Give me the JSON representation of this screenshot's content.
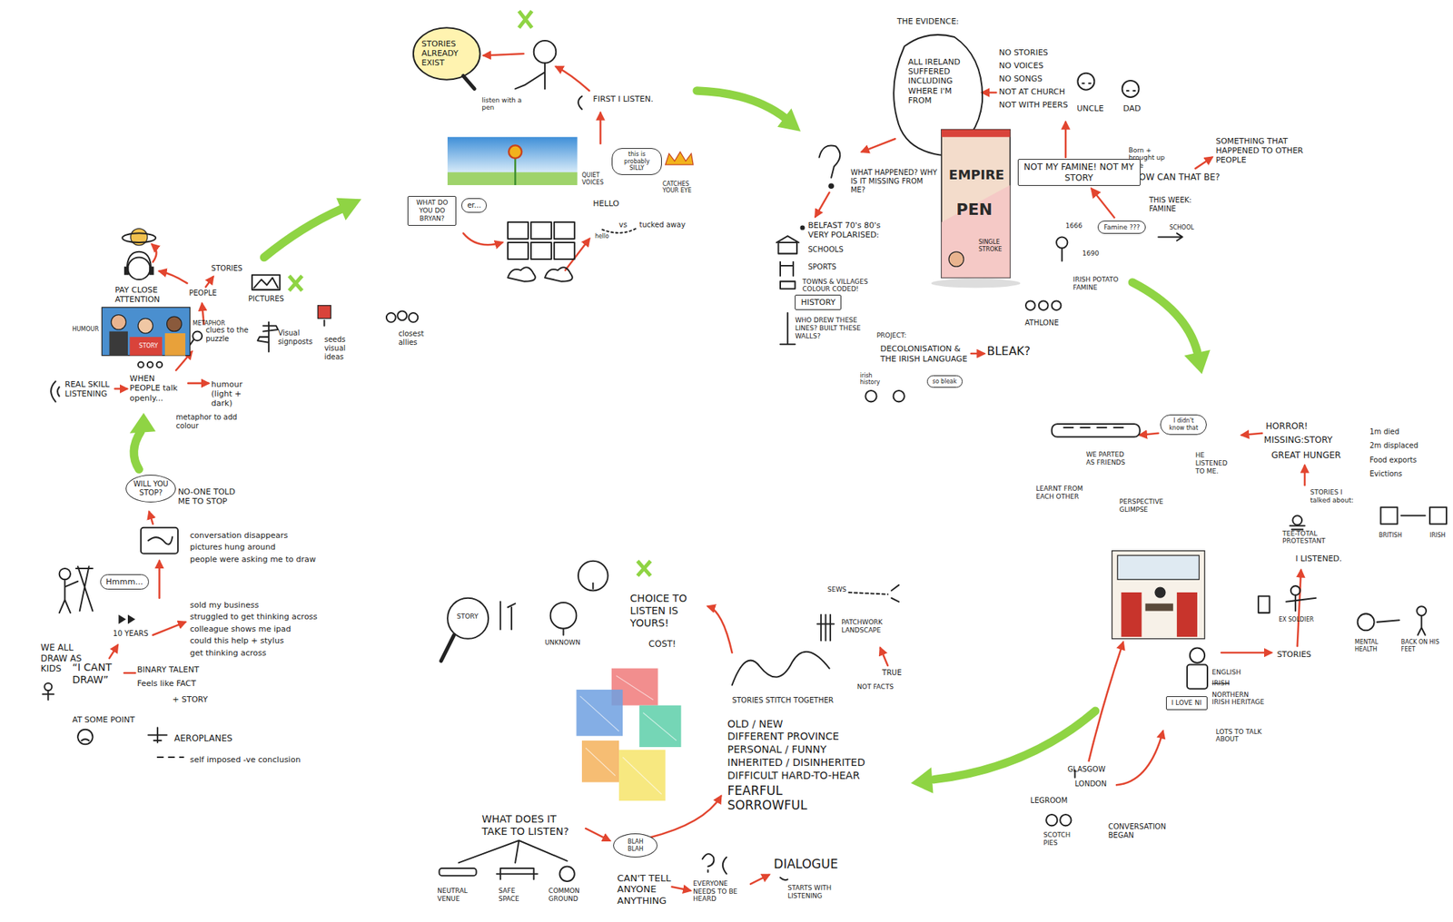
{
  "diagram": {
    "nodes": [
      {
        "text": [
          "Hmmm..."
        ]
      },
      {
        "text": [
          "WILL YOU STOP?"
        ]
      },
      {
        "text": [
          "WHAT DO YOU DO BRYAN?"
        ]
      },
      {
        "text": [
          "er..."
        ]
      },
      {
        "text": [
          "this is probably SILLY"
        ]
      },
      {
        "text": [
          "HISTORY"
        ]
      },
      {
        "text": [
          "NOT MY FAMINE! NOT MY STORY"
        ]
      },
      {
        "text": [
          "Famine ???"
        ]
      },
      {
        "text": [
          "so bleak"
        ]
      },
      {
        "text": [
          "I didn't know that"
        ]
      },
      {
        "text": [
          "I LOVE NI"
        ]
      },
      {
        "text": [
          "BLAH BLAH"
        ]
      }
    ],
    "edges": [
      {
        "from": 7,
        "to": 6,
        "arrow": "to"
      }
    ],
    "labels": [
      "WE ALL DRAW AS KIDS",
      "“I CANT DRAW”",
      "BINARY TALENT",
      "Feels like FACT",
      "+ STORY",
      "AT SOME POINT",
      "AEROPLANES",
      "self imposed -ve conclusion",
      "10 YEARS",
      "sold my business",
      "struggled to get thinking across",
      "colleague shows me ipad",
      "could this help + stylus",
      "get thinking across",
      "conversation disappears",
      "pictures hung around",
      "people were asking me to draw",
      "NO-ONE TOLD ME TO STOP",
      "REAL SKILL LISTENING",
      "WHEN PEOPLE talk openly...",
      "humour (light + dark)",
      "metaphor to add colour",
      "clues to the puzzle",
      "Visual signposts",
      "seeds visual ideas",
      "closest allies",
      "PAY CLOSE ATTENTION",
      "PEOPLE",
      "STORIES",
      "PICTURES",
      "HUMOUR",
      "METAPHOR",
      "STORY",
      "STORIES ALREADY EXIST",
      "listen with a pen",
      "FIRST I LISTEN.",
      "QUIET VOICES",
      "HELLO",
      "vs",
      "hello",
      "CATCHES YOUR EYE",
      "tucked away",
      "THE EVIDENCE:",
      "ALL IRELAND SUFFERED INCLUDING WHERE I'M FROM",
      "NO STORIES",
      "NO VOICES",
      "NO SONGS",
      "NOT AT CHURCH",
      "NOT WITH PEERS",
      "UNCLE",
      "DAD",
      "WHAT HAPPENED? WHY IS IT MISSING FROM ME?",
      "BELFAST 70's 80's VERY POLARISED:",
      "SCHOOLS",
      "SPORTS",
      "TOWNS & VILLAGES COLOUR CODED!",
      "WHO DREW THESE LINES? BUILT THESE WALLS?",
      "Born + brought up here",
      "HOW CAN THAT BE?",
      "SOMETHING THAT HAPPENED TO OTHER PEOPLE",
      "THIS WEEK: FAMINE",
      "SCHOOL",
      "1666",
      "1690",
      "IRISH POTATO FAMINE",
      "ATHLONE",
      "PROJECT:",
      "DECOLONISATION & THE IRISH LANGUAGE",
      "BLEAK?",
      "irish history",
      "EMPIRE",
      "PEN",
      "SINGLE STROKE",
      "HORROR!",
      "MISSING:STORY",
      "GREAT HUNGER",
      "1m died",
      "2m displaced",
      "Food exports",
      "Evictions",
      "HE LISTENED TO ME.",
      "WE PARTED AS FRIENDS",
      "LEARNT FROM EACH OTHER",
      "PERSPECTIVE GLIMPSE",
      "STORIES I talked about:",
      "TEE-TOTAL PROTESTANT",
      "BRITISH",
      "IRISH",
      "I LISTENED.",
      "EX SOLDIER",
      "MENTAL HEALTH",
      "BACK ON HIS FEET",
      "STORIES",
      "GLASGOW",
      "LONDON",
      "LEGROOM",
      "SCOTCH PIES",
      "CONVERSATION BEGAN",
      "ENGLISH",
      "IRISH",
      "NORTHERN IRISH HERITAGE",
      "LOTS TO TALK ABOUT",
      "SEWS",
      "PATCHWORK LANDSCAPE",
      "TRUE",
      "NOT FACTS",
      "STORIES STITCH TOGETHER",
      "OLD / NEW",
      "DIFFERENT PROVINCE",
      "PERSONAL / FUNNY",
      "INHERITED / DISINHERITED",
      "DIFFICULT HARD-TO-HEAR",
      "FEARFUL",
      "SORROWFUL",
      "CHOICE TO LISTEN IS YOURS!",
      "COST!",
      "UNKNOWN",
      "STORY",
      "WHAT DOES IT TAKE TO LISTEN?",
      "NEUTRAL VENUE",
      "SAFE SPACE",
      "COMMON GROUND",
      "CAN'T TELL ANYONE ANYTHING",
      "EVERYONE NEEDS TO BE HEARD",
      "DIALOGUE",
      "STARTS WITH LISTENING"
    ]
  }
}
